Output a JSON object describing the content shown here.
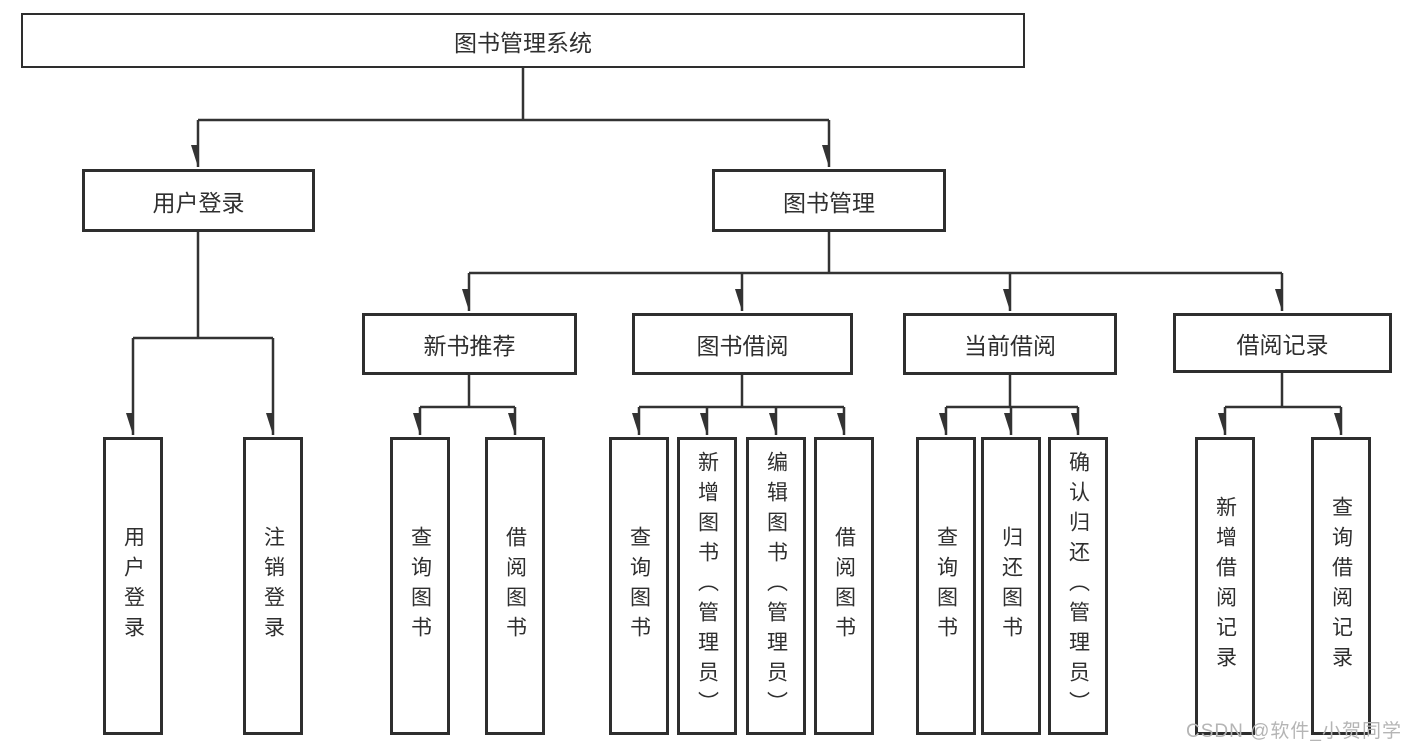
{
  "tree": {
    "label": "图书管理系统",
    "children": [
      {
        "label": "用户登录",
        "children": [
          {
            "label": "用户登录"
          },
          {
            "label": "注销登录"
          }
        ]
      },
      {
        "label": "图书管理",
        "children": [
          {
            "label": "新书推荐",
            "children": [
              {
                "label": "查询图书"
              },
              {
                "label": "借阅图书"
              }
            ]
          },
          {
            "label": "图书借阅",
            "children": [
              {
                "label": "查询图书"
              },
              {
                "label": "新增图书（管理员）"
              },
              {
                "label": "编辑图书（管理员）"
              },
              {
                "label": "借阅图书"
              }
            ]
          },
          {
            "label": "当前借阅",
            "children": [
              {
                "label": "查询图书"
              },
              {
                "label": "归还图书"
              },
              {
                "label": "确认归还（管理员）"
              }
            ]
          },
          {
            "label": "借阅记录",
            "children": [
              {
                "label": "新增借阅记录"
              },
              {
                "label": "查询借阅记录"
              }
            ]
          }
        ]
      }
    ]
  },
  "watermark": {
    "text": "CSDN @软件_小贺同学"
  },
  "colors": {
    "line": "#333333",
    "box_border": "#2e2e2e",
    "text": "#2f2f2f",
    "watermark": "#b5b5b5",
    "background": "#ffffff"
  }
}
